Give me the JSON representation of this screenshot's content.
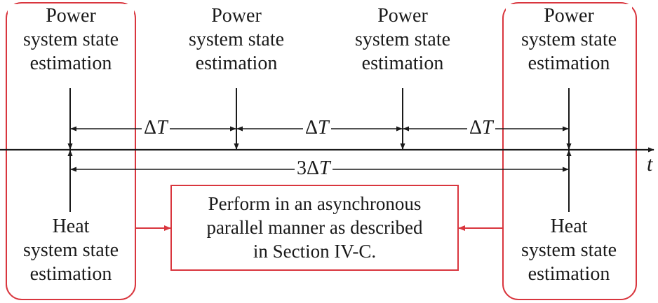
{
  "colors": {
    "accent_red": "#d9363e",
    "ink": "#1a1a1a"
  },
  "power_label": {
    "line1": "Power",
    "line2": "system state",
    "line3": "estimation"
  },
  "heat_label": {
    "line1": "Heat",
    "line2": "system state",
    "line3": "estimation"
  },
  "intervals": {
    "delta_symbol": "Δ",
    "delta_var": "T",
    "triple_prefix": "3Δ",
    "triple_var": "T"
  },
  "axis": {
    "label": "t"
  },
  "note": {
    "line1": "Perform in an asynchronous",
    "line2": "parallel manner as described",
    "line3": "in Section IV-C."
  }
}
